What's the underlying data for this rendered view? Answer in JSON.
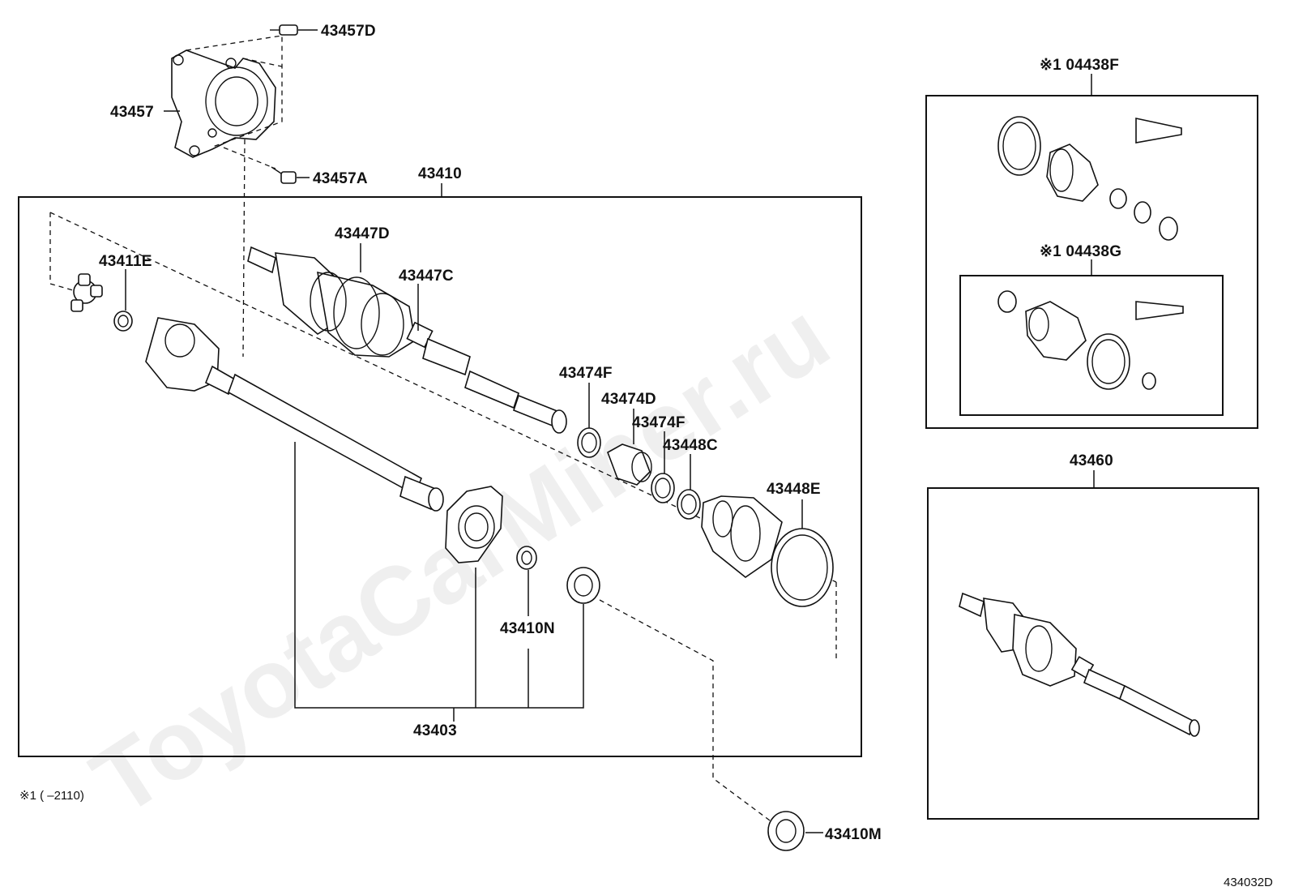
{
  "watermark": "ToyotaCarMiner.ru",
  "labels": {
    "p43457D": "43457D",
    "p43457": "43457",
    "p43457A": "43457A",
    "p43410": "43410",
    "p43447D": "43447D",
    "p43411E": "43411E",
    "p43447C": "43447C",
    "p43474F_a": "43474F",
    "p43474D": "43474D",
    "p43474F_b": "43474F",
    "p43448C": "43448C",
    "p43448E": "43448E",
    "p43410N": "43410N",
    "p43403": "43403",
    "p43410M": "43410M",
    "p04438F": "※1 04438F",
    "p04438G": "※1 04438G",
    "p43460": "43460"
  },
  "footnote": "※1 (        –2110)",
  "figure_ref": "434032D"
}
